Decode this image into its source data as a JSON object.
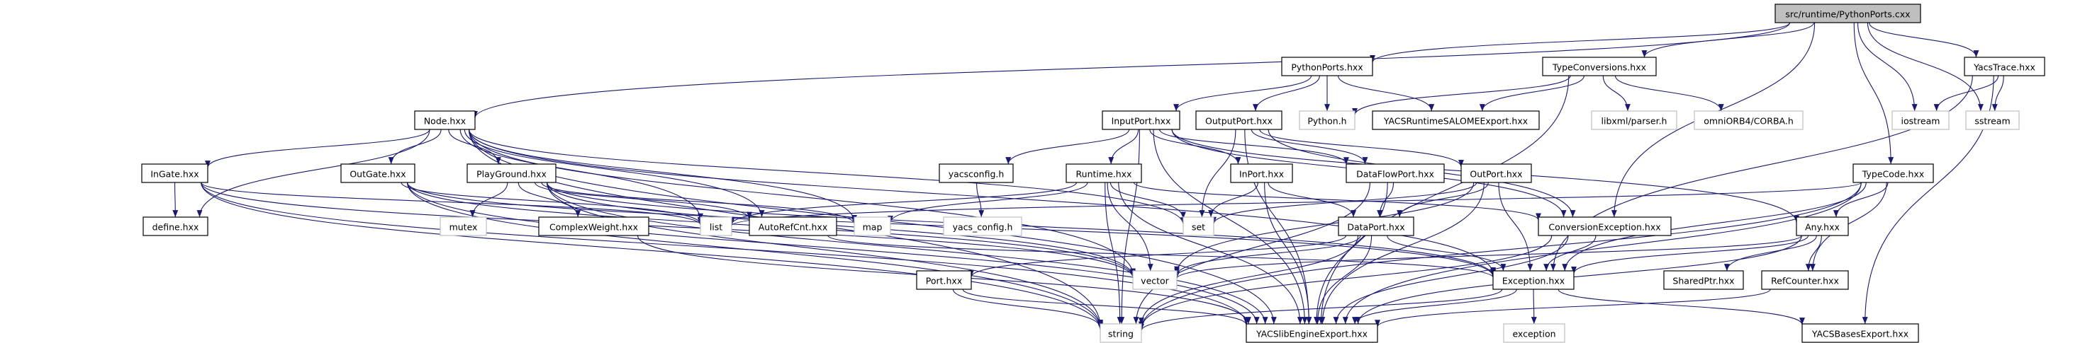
{
  "colors": {
    "edge": "#191970",
    "root_fill": "#bfbfbf",
    "external_border": "#bfbfbf",
    "node_border": "#000000"
  },
  "nodes": [
    {
      "id": "cxx",
      "label": "src/runtime/PythonPorts.cxx",
      "kind": "root"
    },
    {
      "id": "pyports",
      "label": "PythonPorts.hxx",
      "kind": "doc"
    },
    {
      "id": "typeconv",
      "label": "TypeConversions.hxx",
      "kind": "doc"
    },
    {
      "id": "yacstrace",
      "label": "YacsTrace.hxx",
      "kind": "doc"
    },
    {
      "id": "node",
      "label": "Node.hxx",
      "kind": "doc"
    },
    {
      "id": "inputport",
      "label": "InputPort.hxx",
      "kind": "doc"
    },
    {
      "id": "outputport",
      "label": "OutputPort.hxx",
      "kind": "doc"
    },
    {
      "id": "pythonh",
      "label": "Python.h",
      "kind": "ext"
    },
    {
      "id": "salomeexp",
      "label": "YACSRuntimeSALOMEExport.hxx",
      "kind": "doc"
    },
    {
      "id": "libxml",
      "label": "libxml/parser.h",
      "kind": "ext"
    },
    {
      "id": "corba",
      "label": "omniORB4/CORBA.h",
      "kind": "ext"
    },
    {
      "id": "iostream",
      "label": "iostream",
      "kind": "ext"
    },
    {
      "id": "sstream",
      "label": "sstream",
      "kind": "ext"
    },
    {
      "id": "ingate",
      "label": "InGate.hxx",
      "kind": "doc"
    },
    {
      "id": "outgate",
      "label": "OutGate.hxx",
      "kind": "doc"
    },
    {
      "id": "playground",
      "label": "PlayGround.hxx",
      "kind": "doc"
    },
    {
      "id": "yacsconfig",
      "label": "yacsconfig.h",
      "kind": "doc"
    },
    {
      "id": "runtime",
      "label": "Runtime.hxx",
      "kind": "doc"
    },
    {
      "id": "inport",
      "label": "InPort.hxx",
      "kind": "doc"
    },
    {
      "id": "dataflowport",
      "label": "DataFlowPort.hxx",
      "kind": "doc"
    },
    {
      "id": "outport",
      "label": "OutPort.hxx",
      "kind": "doc"
    },
    {
      "id": "typecode",
      "label": "TypeCode.hxx",
      "kind": "doc"
    },
    {
      "id": "define",
      "label": "define.hxx",
      "kind": "doc"
    },
    {
      "id": "mutex",
      "label": "mutex",
      "kind": "ext"
    },
    {
      "id": "complexweight",
      "label": "ComplexWeight.hxx",
      "kind": "doc"
    },
    {
      "id": "list",
      "label": "list",
      "kind": "ext"
    },
    {
      "id": "autorefcnt",
      "label": "AutoRefCnt.hxx",
      "kind": "doc"
    },
    {
      "id": "map",
      "label": "map",
      "kind": "ext"
    },
    {
      "id": "yacs_config",
      "label": "yacs_config.h",
      "kind": "ext"
    },
    {
      "id": "set",
      "label": "set",
      "kind": "ext"
    },
    {
      "id": "dataport",
      "label": "DataPort.hxx",
      "kind": "doc"
    },
    {
      "id": "convexc",
      "label": "ConversionException.hxx",
      "kind": "doc"
    },
    {
      "id": "any",
      "label": "Any.hxx",
      "kind": "doc"
    },
    {
      "id": "port",
      "label": "Port.hxx",
      "kind": "doc"
    },
    {
      "id": "vector",
      "label": "vector",
      "kind": "ext"
    },
    {
      "id": "exception_h",
      "label": "Exception.hxx",
      "kind": "doc"
    },
    {
      "id": "sharedptr",
      "label": "SharedPtr.hxx",
      "kind": "doc"
    },
    {
      "id": "refcounter",
      "label": "RefCounter.hxx",
      "kind": "doc"
    },
    {
      "id": "string",
      "label": "string",
      "kind": "ext"
    },
    {
      "id": "libengine",
      "label": "YACSlibEngineExport.hxx",
      "kind": "doc"
    },
    {
      "id": "exception",
      "label": "exception",
      "kind": "ext"
    },
    {
      "id": "basesexp",
      "label": "YACSBasesExport.hxx",
      "kind": "doc"
    }
  ],
  "edges": [
    [
      "cxx",
      "node"
    ],
    [
      "cxx",
      "pyports"
    ],
    [
      "cxx",
      "typeconv"
    ],
    [
      "cxx",
      "yacstrace"
    ],
    [
      "cxx",
      "iostream"
    ],
    [
      "cxx",
      "sstream"
    ],
    [
      "cxx",
      "typecode"
    ],
    [
      "cxx",
      "convexc"
    ],
    [
      "pyports",
      "inputport"
    ],
    [
      "pyports",
      "outputport"
    ],
    [
      "pyports",
      "pythonh"
    ],
    [
      "pyports",
      "salomeexp"
    ],
    [
      "typeconv",
      "pythonh"
    ],
    [
      "typeconv",
      "salomeexp"
    ],
    [
      "typeconv",
      "libxml"
    ],
    [
      "typeconv",
      "corba"
    ],
    [
      "typeconv",
      "libengine"
    ],
    [
      "yacstrace",
      "iostream"
    ],
    [
      "yacstrace",
      "sstream"
    ],
    [
      "yacstrace",
      "basesexp"
    ],
    [
      "yacstrace",
      "exception_h"
    ],
    [
      "node",
      "ingate"
    ],
    [
      "node",
      "outgate"
    ],
    [
      "node",
      "playground"
    ],
    [
      "node",
      "define"
    ],
    [
      "node",
      "list"
    ],
    [
      "node",
      "map"
    ],
    [
      "node",
      "autorefcnt"
    ],
    [
      "node",
      "set"
    ],
    [
      "node",
      "exception_h"
    ],
    [
      "node",
      "vector"
    ],
    [
      "node",
      "string"
    ],
    [
      "node",
      "libengine"
    ],
    [
      "ingate",
      "define"
    ],
    [
      "ingate",
      "list"
    ],
    [
      "ingate",
      "vector"
    ],
    [
      "ingate",
      "string"
    ],
    [
      "ingate",
      "libengine"
    ],
    [
      "outgate",
      "list"
    ],
    [
      "outgate",
      "vector"
    ],
    [
      "outgate",
      "string"
    ],
    [
      "outgate",
      "libengine"
    ],
    [
      "outgate",
      "exception_h"
    ],
    [
      "playground",
      "mutex"
    ],
    [
      "playground",
      "complexweight"
    ],
    [
      "playground",
      "map"
    ],
    [
      "playground",
      "autorefcnt"
    ],
    [
      "playground",
      "vector"
    ],
    [
      "playground",
      "string"
    ],
    [
      "playground",
      "libengine"
    ],
    [
      "playground",
      "exception_h"
    ],
    [
      "complexweight",
      "libengine"
    ],
    [
      "autorefcnt",
      "exception_h"
    ],
    [
      "inputport",
      "yacsconfig"
    ],
    [
      "inputport",
      "runtime"
    ],
    [
      "inputport",
      "inport"
    ],
    [
      "inputport",
      "dataflowport"
    ],
    [
      "inputport",
      "convexc"
    ],
    [
      "inputport",
      "string"
    ],
    [
      "inputport",
      "libengine"
    ],
    [
      "inputport",
      "any"
    ],
    [
      "outputport",
      "set"
    ],
    [
      "outputport",
      "dataflowport"
    ],
    [
      "outputport",
      "outport"
    ],
    [
      "outputport",
      "convexc"
    ],
    [
      "outputport",
      "libengine"
    ],
    [
      "yacsconfig",
      "yacs_config"
    ],
    [
      "runtime",
      "list"
    ],
    [
      "runtime",
      "map"
    ],
    [
      "runtime",
      "set"
    ],
    [
      "runtime",
      "vector"
    ],
    [
      "runtime",
      "string"
    ],
    [
      "runtime",
      "libengine"
    ],
    [
      "runtime",
      "convexc"
    ],
    [
      "inport",
      "set"
    ],
    [
      "inport",
      "dataport"
    ],
    [
      "inport",
      "libengine"
    ],
    [
      "dataflowport",
      "dataport"
    ],
    [
      "dataflowport",
      "string"
    ],
    [
      "dataflowport",
      "libengine"
    ],
    [
      "outport",
      "dataport"
    ],
    [
      "outport",
      "set"
    ],
    [
      "outport",
      "exception_h"
    ],
    [
      "outport",
      "vector"
    ],
    [
      "outport",
      "libengine"
    ],
    [
      "dataport",
      "port"
    ],
    [
      "dataport",
      "vector"
    ],
    [
      "dataport",
      "exception_h"
    ],
    [
      "dataport",
      "libengine"
    ],
    [
      "dataport",
      "string"
    ],
    [
      "port",
      "string"
    ],
    [
      "port",
      "libengine"
    ],
    [
      "convexc",
      "exception_h"
    ],
    [
      "convexc",
      "libengine"
    ],
    [
      "convexc",
      "string"
    ],
    [
      "any",
      "exception_h"
    ],
    [
      "any",
      "sharedptr"
    ],
    [
      "any",
      "refcounter"
    ],
    [
      "any",
      "libengine"
    ],
    [
      "any",
      "vector"
    ],
    [
      "typecode",
      "any"
    ],
    [
      "typecode",
      "refcounter"
    ],
    [
      "typecode",
      "exception_h"
    ],
    [
      "typecode",
      "libengine"
    ],
    [
      "typecode",
      "string"
    ],
    [
      "typecode",
      "list"
    ],
    [
      "exception_h",
      "exception"
    ],
    [
      "exception_h",
      "string"
    ],
    [
      "exception_h",
      "basesexp"
    ],
    [
      "exception_h",
      "libengine"
    ],
    [
      "refcounter",
      "libengine"
    ]
  ]
}
